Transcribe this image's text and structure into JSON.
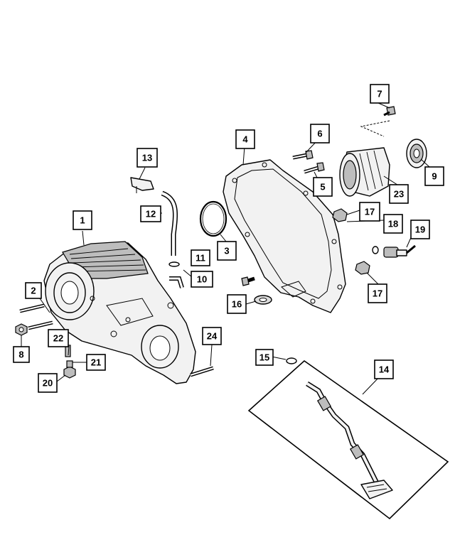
{
  "callouts": [
    {
      "id": "c1",
      "label": "1"
    },
    {
      "id": "c2",
      "label": "2"
    },
    {
      "id": "c3",
      "label": "3"
    },
    {
      "id": "c4",
      "label": "4"
    },
    {
      "id": "c5",
      "label": "5"
    },
    {
      "id": "c6",
      "label": "6"
    },
    {
      "id": "c7",
      "label": "7"
    },
    {
      "id": "c8",
      "label": "8"
    },
    {
      "id": "c9",
      "label": "9"
    },
    {
      "id": "c10",
      "label": "10"
    },
    {
      "id": "c11",
      "label": "11"
    },
    {
      "id": "c12",
      "label": "12"
    },
    {
      "id": "c13",
      "label": "13"
    },
    {
      "id": "c14",
      "label": "14"
    },
    {
      "id": "c15",
      "label": "15"
    },
    {
      "id": "c16",
      "label": "16"
    },
    {
      "id": "c17a",
      "label": "17"
    },
    {
      "id": "c17b",
      "label": "17"
    },
    {
      "id": "c18",
      "label": "18"
    },
    {
      "id": "c19",
      "label": "19"
    },
    {
      "id": "c20",
      "label": "20"
    },
    {
      "id": "c21",
      "label": "21"
    },
    {
      "id": "c22",
      "label": "22"
    },
    {
      "id": "c23",
      "label": "23"
    },
    {
      "id": "c24",
      "label": "24"
    }
  ]
}
